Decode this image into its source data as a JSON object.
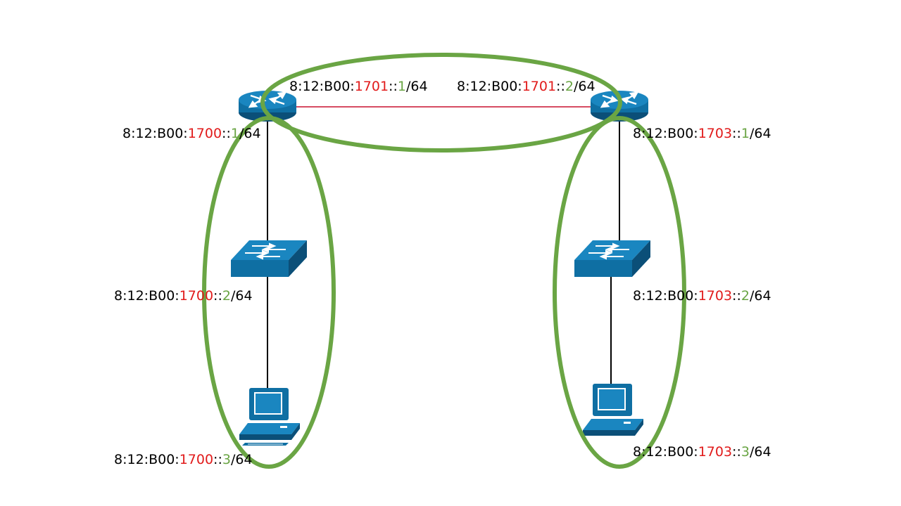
{
  "colors": {
    "link_wan": "#c8102e",
    "link_lan": "#000000",
    "device_blue": "#0f6fa3",
    "device_dark": "#0b4f78",
    "subnet_highlight": "#e11b1b",
    "host_highlight": "#6aa544",
    "ellipse": "#6aa544"
  },
  "devices": {
    "router_left": {
      "icon": "router-icon"
    },
    "router_right": {
      "icon": "router-icon"
    },
    "switch_left": {
      "icon": "switch-icon"
    },
    "switch_right": {
      "icon": "switch-icon"
    },
    "pc_left": {
      "icon": "pc-icon"
    },
    "pc_right": {
      "icon": "pc-icon"
    }
  },
  "addresses": {
    "r1_left": {
      "prefix": "8:12:B00:",
      "subnet": "1700",
      "sep": "::",
      "host": "1",
      "len": "/64"
    },
    "r1_link": {
      "prefix": "8:12:B00:",
      "subnet": "1701",
      "sep": "::",
      "host": "1",
      "len": "/64"
    },
    "r2_link": {
      "prefix": "8:12:B00:",
      "subnet": "1701",
      "sep": "::",
      "host": "2",
      "len": "/64"
    },
    "r2_right": {
      "prefix": "8:12:B00:",
      "subnet": "1703",
      "sep": "::",
      "host": "1",
      "len": "/64"
    },
    "sw1": {
      "prefix": "8:12:B00:",
      "subnet": "1700",
      "sep": "::",
      "host": "2",
      "len": "/64"
    },
    "sw2": {
      "prefix": "8:12:B00:",
      "subnet": "1703",
      "sep": "::",
      "host": "2",
      "len": "/64"
    },
    "pc1": {
      "prefix": "8:12:B00:",
      "subnet": "1700",
      "sep": "::",
      "host": "3",
      "len": "/64"
    },
    "pc2": {
      "prefix": "8:12:B00:",
      "subnet": "1703",
      "sep": "::",
      "host": "3",
      "len": "/64"
    }
  }
}
